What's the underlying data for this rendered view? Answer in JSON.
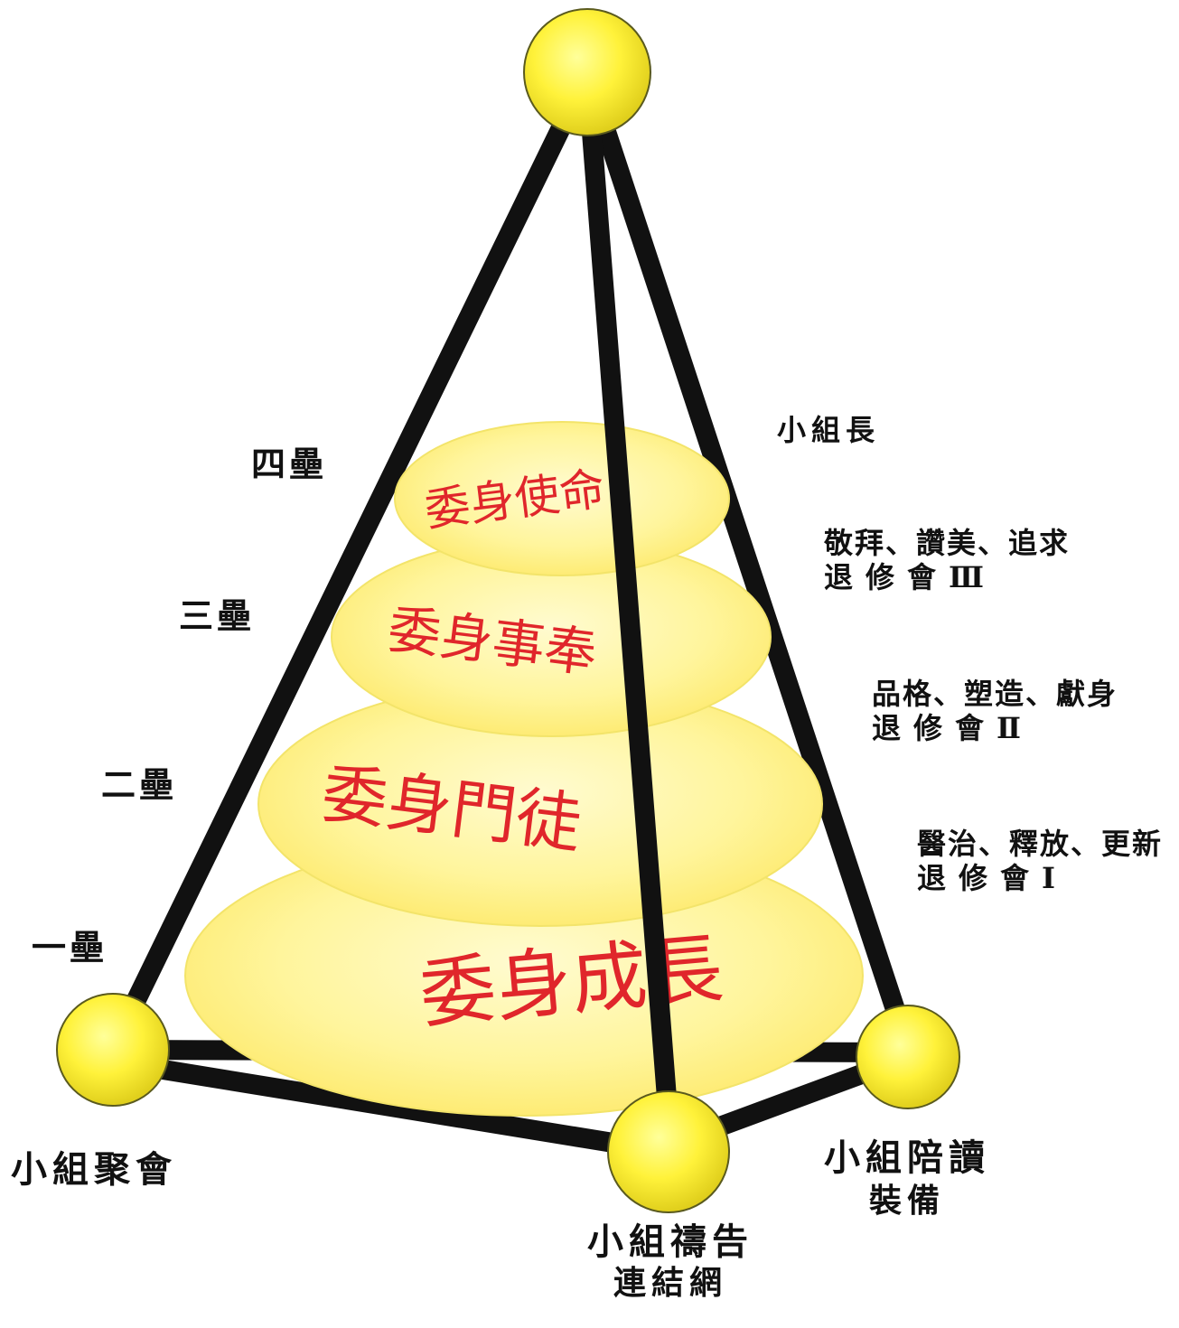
{
  "colors": {
    "line": "#111111",
    "node_fill": "#fff23a",
    "node_edge": "#5a5a1e",
    "layer_fill": "#fff38c",
    "layer_text": "#e0262b",
    "label_text": "#111111"
  },
  "layers": [
    {
      "id": "layer-1",
      "text": "委身成長"
    },
    {
      "id": "layer-2",
      "text": "委身門徒"
    },
    {
      "id": "layer-3",
      "text": "委身事奉"
    },
    {
      "id": "layer-4",
      "text": "委身使命"
    }
  ],
  "tiers": [
    {
      "id": "tier-4",
      "label": "四壘"
    },
    {
      "id": "tier-3",
      "label": "三壘"
    },
    {
      "id": "tier-2",
      "label": "二壘"
    },
    {
      "id": "tier-1",
      "label": "一壘"
    }
  ],
  "vertices": {
    "gathering": {
      "title": "小組聚會"
    },
    "prayer": {
      "title": "小組禱告",
      "subtitle": "連結網"
    },
    "companion": {
      "title": "小組陪讀",
      "subtitle": "裝備"
    }
  },
  "leader": {
    "label": "小組長"
  },
  "retreats": [
    {
      "id": "retreat-3",
      "line1": "敬拜、讚美、追求",
      "line2": "退修會Ⅲ"
    },
    {
      "id": "retreat-2",
      "line1": "品格、塑造、獻身",
      "line2": "退修會Ⅱ"
    },
    {
      "id": "retreat-1",
      "line1": "醫治、釋放、更新",
      "line2": "退修會Ⅰ"
    }
  ]
}
